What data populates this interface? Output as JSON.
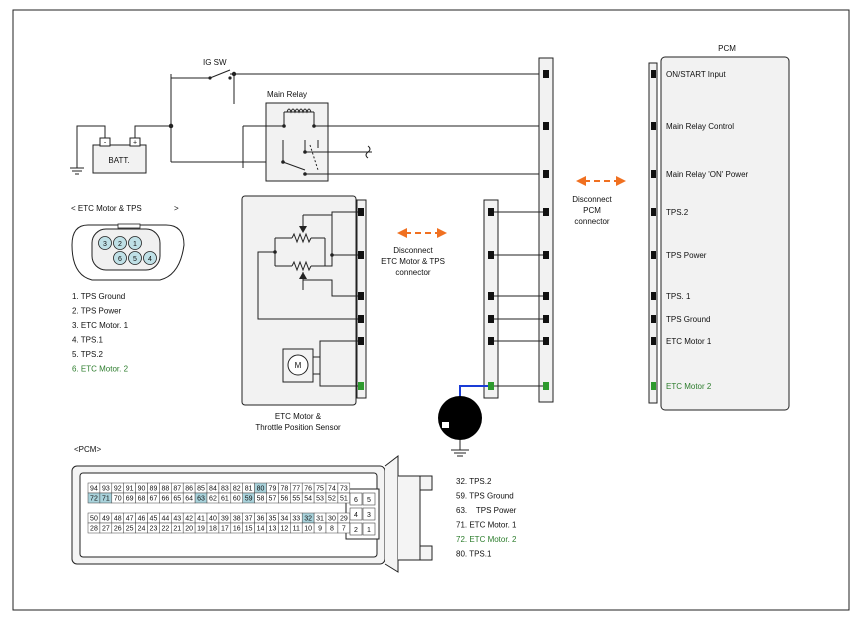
{
  "labels": {
    "ig_sw": "IG SW",
    "batt": "BATT.",
    "main_relay": "Main Relay",
    "pcm_title": "PCM",
    "disconnect_pcm": [
      "Disconnect",
      "PCM",
      "connector"
    ],
    "disconnect_etc": [
      "Disconnect",
      "ETC Motor & TPS",
      "connector"
    ],
    "etc_motor_caption": [
      "ETC Motor &",
      "Throttle Position Sensor"
    ],
    "motor_symbol": "M",
    "etc_connector_header": "< ETC Motor & TPS",
    "etc_connector_header_end": ">",
    "pcm_connector_header": "<PCM>"
  },
  "pcm_pins": [
    {
      "label": "ON/START Input",
      "green": false
    },
    {
      "label": "Main Relay Control",
      "green": false
    },
    {
      "label": "Main Relay 'ON' Power",
      "green": false
    },
    {
      "label": "TPS.2",
      "green": false
    },
    {
      "label": "TPS Power",
      "green": false
    },
    {
      "label": "TPS. 1",
      "green": false
    },
    {
      "label": "TPS Ground",
      "green": false
    },
    {
      "label": "ETC Motor 1",
      "green": false
    },
    {
      "label": "ETC Motor 2",
      "green": true
    }
  ],
  "etc_pins": [
    {
      "text": "1. TPS Ground",
      "green": false
    },
    {
      "text": "2. TPS Power",
      "green": false
    },
    {
      "text": "3. ETC Motor. 1",
      "green": false
    },
    {
      "text": "4. TPS.1",
      "green": false
    },
    {
      "text": "5. TPS.2",
      "green": false
    },
    {
      "text": "6. ETC Motor. 2",
      "green": true
    }
  ],
  "etc_connector_numbers": {
    "top": [
      "3",
      "2",
      "1"
    ],
    "bottom": [
      "6",
      "5",
      "4"
    ]
  },
  "pcm_connector": {
    "row1": [
      "94",
      "93",
      "92",
      "91",
      "90",
      "89",
      "88",
      "87",
      "86",
      "85",
      "84",
      "83",
      "82",
      "81",
      "80",
      "79",
      "78",
      "77",
      "76",
      "75",
      "74",
      "73"
    ],
    "row2": [
      "72",
      "71",
      "70",
      "69",
      "68",
      "67",
      "66",
      "65",
      "64",
      "63",
      "62",
      "61",
      "60",
      "59",
      "58",
      "57",
      "56",
      "55",
      "54",
      "53",
      "52",
      "51"
    ],
    "row3": [
      "50",
      "49",
      "48",
      "47",
      "46",
      "45",
      "44",
      "43",
      "42",
      "41",
      "40",
      "39",
      "38",
      "37",
      "36",
      "35",
      "34",
      "33",
      "32",
      "31",
      "30",
      "29"
    ],
    "row4": [
      "28",
      "27",
      "26",
      "25",
      "24",
      "23",
      "22",
      "21",
      "20",
      "19",
      "18",
      "17",
      "16",
      "15",
      "14",
      "13",
      "12",
      "11",
      "10",
      "9",
      "8",
      "7"
    ],
    "highlighted": [
      "80",
      "72",
      "71",
      "63",
      "59",
      "32"
    ],
    "small_block": [
      [
        "6",
        "5"
      ],
      [
        "4",
        "3"
      ],
      [
        "2",
        "1"
      ]
    ]
  },
  "pcm_legend": [
    {
      "text": "32. TPS.2",
      "green": false
    },
    {
      "text": "59. TPS Ground",
      "green": false
    },
    {
      "text": "63.    TPS Power",
      "green": false
    },
    {
      "text": "71. ETC Motor. 1",
      "green": false
    },
    {
      "text": "72. ETC Motor. 2",
      "green": true
    },
    {
      "text": "80. TPS.1",
      "green": false
    }
  ],
  "colors": {
    "green": "#2e9a2e",
    "highlight": "#a9d3dc",
    "orange": "#f07020",
    "blue": "#1a3cd6",
    "conn_fill": "#bfe0e6"
  }
}
